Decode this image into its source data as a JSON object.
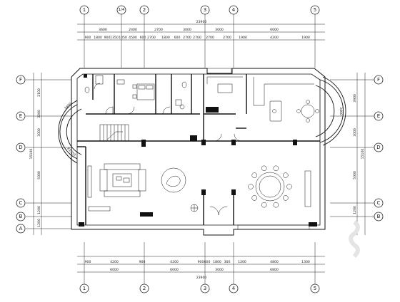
{
  "plan": {
    "grid_top": [
      "1",
      "1/4",
      "2",
      "3",
      "4",
      "5"
    ],
    "grid_bottom": [
      "1",
      "2",
      "3",
      "4",
      "5"
    ],
    "grid_left": [
      "F",
      "E",
      "D",
      "C",
      "B",
      "A"
    ],
    "grid_right": [
      "F",
      "E",
      "D",
      "C",
      "B"
    ],
    "top_total": "23900",
    "top_row1": [
      "3600",
      "2400",
      "2700",
      "3000",
      "3000",
      "6000"
    ],
    "top_row2": [
      "900",
      "1800",
      "900",
      "1350",
      "1050",
      "4500",
      "600",
      "2700",
      "1800",
      "600",
      "2700",
      "2700",
      "2700",
      "2700",
      "1900",
      "4200",
      "1900"
    ],
    "bottom_row1": [
      "900",
      "4200",
      "900",
      "4200",
      "900",
      "600",
      "1800",
      "300",
      "1200",
      "4800",
      "1300"
    ],
    "bottom_row2": [
      "6000",
      "6000",
      "3000",
      "6800"
    ],
    "bottom_total": "23900",
    "left_dims": [
      "2100",
      "3200",
      "3000",
      "5000",
      "1200",
      "1200"
    ],
    "left_total": "15100",
    "right_dims": [
      "3900",
      "3000",
      "5000",
      "1200"
    ],
    "right_total": "15100",
    "labels": {
      "bay_left": "2400",
      "bay_right": "3400",
      "bay_left_sub": "R1950"
    }
  }
}
